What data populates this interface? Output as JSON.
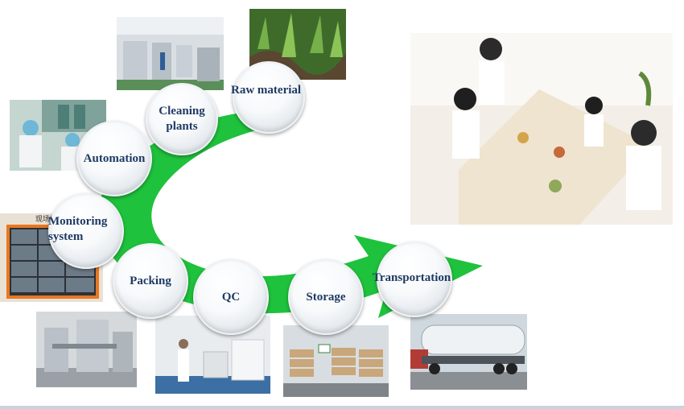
{
  "steps": [
    {
      "label": "Raw material"
    },
    {
      "label": "Cleaning\nplants"
    },
    {
      "label": "Automation"
    },
    {
      "label": "Monitoring\nsystem"
    },
    {
      "label": "Packing"
    },
    {
      "label": "QC"
    },
    {
      "label": "Storage"
    },
    {
      "label": "Transportation"
    }
  ],
  "photos": {
    "monitor_caption": "现场监"
  },
  "colors": {
    "arrow": "#1fc23c",
    "label": "#1f3a64",
    "circle_border": "#eef2f5"
  }
}
